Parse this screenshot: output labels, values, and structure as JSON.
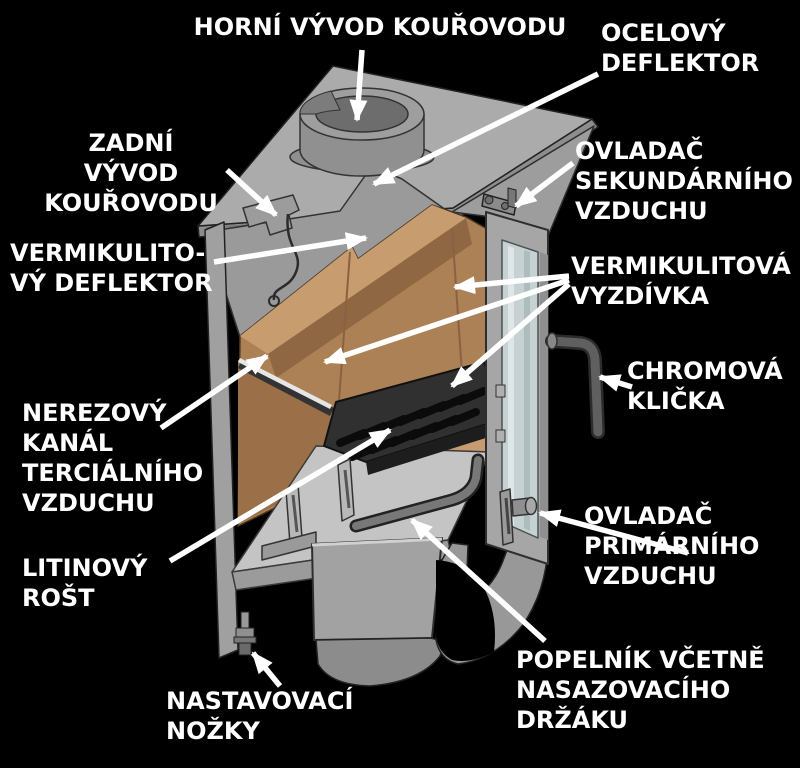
{
  "diagram": {
    "type": "stove-cutaway-annotated",
    "language": "cs",
    "background_color": "#000000",
    "label_text_color": "#ffffff",
    "arrow_color": "#ffffff",
    "colors": {
      "stove_body_gray": "#a6a6a6",
      "stove_shadow_gray": "#8d8d8d",
      "vermiculite_brown": "#ad8156",
      "vermiculite_light": "#c79c6e",
      "vermiculite_dark": "#8f6742",
      "grate_dark": "#2e2e2e",
      "glass": "#c7d1d1",
      "chrome_handle": "#5f5f5f",
      "shelf_light": "#c4c4c4",
      "outline": "#222222"
    },
    "labels": [
      {
        "id": "top-flue-outlet",
        "text": "HORNÍ VÝVOD KOUŘOVODU"
      },
      {
        "id": "steel-deflector",
        "text": "OCELOVÝ\nDEFLEKTOR"
      },
      {
        "id": "rear-flue-outlet",
        "text": "ZADNÍ VÝVOD\nKOUŘOVODU"
      },
      {
        "id": "secondary-air-control",
        "text": "OVLADAČ\nSEKUNDÁRNÍHO\nVZDUCHU"
      },
      {
        "id": "vermiculite-deflector",
        "text": "VERMIKULITO-\nVÝ DEFLEKTOR"
      },
      {
        "id": "vermiculite-lining",
        "text": "VERMIKULITOVÁ\nVYZDÍVKA"
      },
      {
        "id": "chrome-handle",
        "text": "CHROMOVÁ\nKLIČKA"
      },
      {
        "id": "tertiary-air-channel",
        "text": "NEREZOVÝ\nKANÁL\nTERCIÁLNÍHO\nVZDUCHU"
      },
      {
        "id": "cast-iron-grate",
        "text": "LITINOVÝ\nROŠT"
      },
      {
        "id": "primary-air-control",
        "text": "OVLADAČ\nPRIMÁRNÍHO\nVZDUCHU"
      },
      {
        "id": "ash-pan",
        "text": "POPELNÍK VČETNĚ\nNASAZOVACÍHO\nDRŽÁKU"
      },
      {
        "id": "adjustable-feet",
        "text": "NASTAVOVACÍ\nNOŽKY"
      }
    ]
  }
}
